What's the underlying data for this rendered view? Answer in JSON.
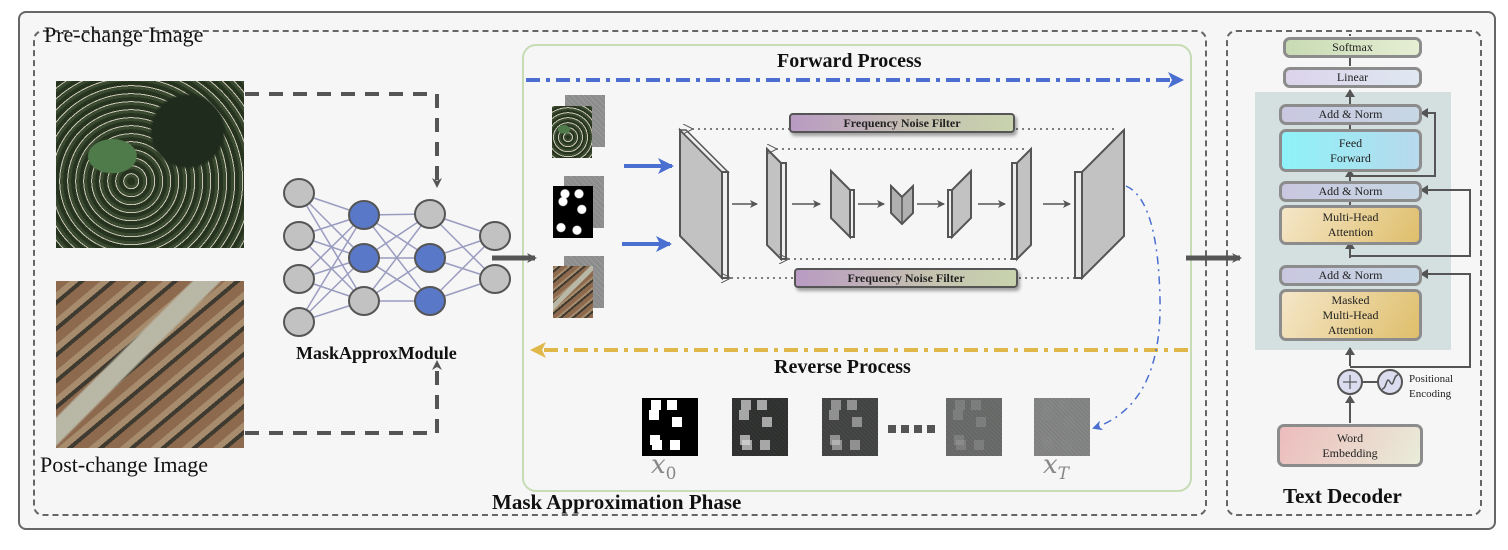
{
  "figure": {
    "phase_title": "Mask Approximation Phase",
    "decoder_title": "Text Decoder"
  },
  "inputs": {
    "pre_label": "Pre-change Image",
    "post_label": "Post-change Image"
  },
  "mask_approx_module": {
    "label": "MaskApproxModule",
    "layers": [
      {
        "nodes": [
          "gray",
          "gray",
          "gray",
          "gray"
        ]
      },
      {
        "nodes": [
          "blue",
          "blue",
          "gray"
        ]
      },
      {
        "nodes": [
          "gray",
          "blue",
          "blue"
        ]
      },
      {
        "nodes": [
          "gray",
          "gray"
        ]
      }
    ]
  },
  "diffusion": {
    "forward_label": "Forward Process",
    "reverse_label": "Reverse Process",
    "filter_top": "Frequency Noise Filter",
    "filter_bottom": "Frequency Noise Filter",
    "ellipsis": "....",
    "x0_label": "x",
    "x0_sub": "0",
    "xT_label": "x",
    "xT_sub": "T",
    "sequence_noise_levels": [
      0.0,
      0.35,
      0.5,
      0.8,
      1.0
    ]
  },
  "decoder": {
    "softmax": "Softmax",
    "linear": "Linear",
    "add_norm_1": "Add & Norm",
    "feed_forward_1": "Feed",
    "feed_forward_2": "Forward",
    "add_norm_2": "Add & Norm",
    "mha_1": "Multi-Head",
    "mha_2": "Attention",
    "add_norm_3": "Add & Norm",
    "mmha_1": "Masked",
    "mmha_2": "Multi-Head",
    "mmha_3": "Attention",
    "pos_enc_1": "Positional",
    "pos_enc_2": "Encoding",
    "word_emb_1": "Word",
    "word_emb_2": "Embedding"
  },
  "colors": {
    "forward_arrow": "#4a6fd0",
    "reverse_arrow": "#e0b84a",
    "node_blue": "#5a78c8",
    "node_gray": "#c2c2c2",
    "diffusion_border": "#c5dcb4"
  }
}
